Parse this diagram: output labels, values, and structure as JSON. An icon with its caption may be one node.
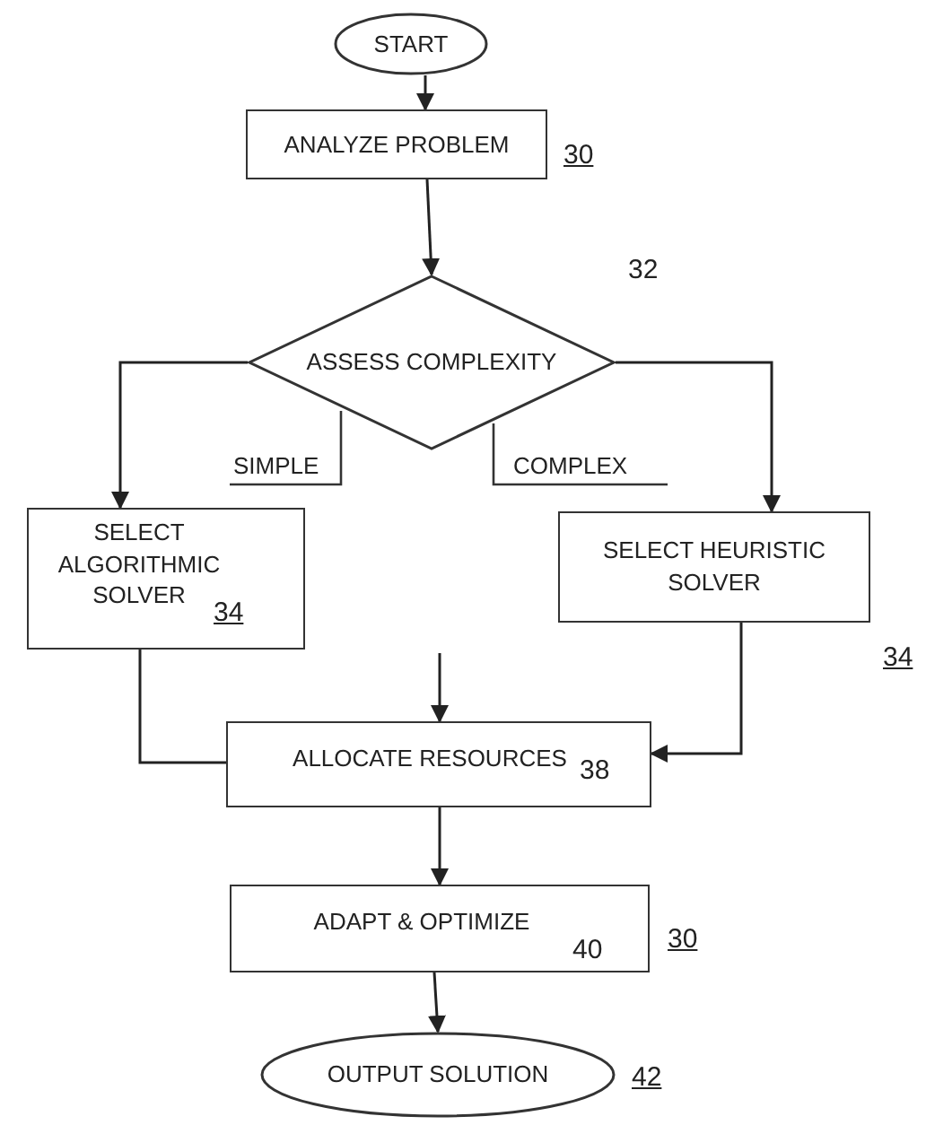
{
  "diagram": {
    "nodes": [
      {
        "text": [
          "START"
        ]
      },
      {
        "text": [
          "ANALYZE PROBLEM"
        ],
        "beside": [
          "30"
        ]
      },
      {
        "text": [
          "ASSESS COMPLEXITY"
        ],
        "beside": [
          "32"
        ]
      },
      {
        "text": [
          "SELECT ALGORITHMIC SOLVER",
          "34"
        ]
      },
      {
        "text": [
          "SELECT HEURISTIC SOLVER"
        ],
        "beside": [
          "34"
        ]
      },
      {
        "text": [
          "ALLOCATE RESOURCES",
          "38"
        ]
      },
      {
        "text": [
          "ADAPT & OPTIMIZE",
          "40"
        ],
        "beside": [
          "30"
        ]
      },
      {
        "text": [
          "OUTPUT SOLUTION"
        ],
        "beside": [
          "42"
        ]
      }
    ],
    "edges": [
      {
        "from": 0,
        "to": 1,
        "arrow": "to"
      },
      {
        "from": 1,
        "to": 2,
        "arrow": "to"
      },
      {
        "from": 2,
        "to": 3,
        "arrow": "to"
      },
      {
        "from": 2,
        "to": 4,
        "arrow": "to"
      },
      {
        "from": 3,
        "to": 5,
        "arrow": "none"
      },
      {
        "from": 4,
        "to": 5,
        "arrow": "to"
      },
      {
        "from": null,
        "to": 5,
        "arrow": "to"
      },
      {
        "from": 5,
        "to": 6,
        "arrow": "to"
      },
      {
        "from": 6,
        "to": 7,
        "arrow": "to"
      }
    ],
    "labels": [
      "SIMPLE",
      "COMPLEX"
    ]
  }
}
